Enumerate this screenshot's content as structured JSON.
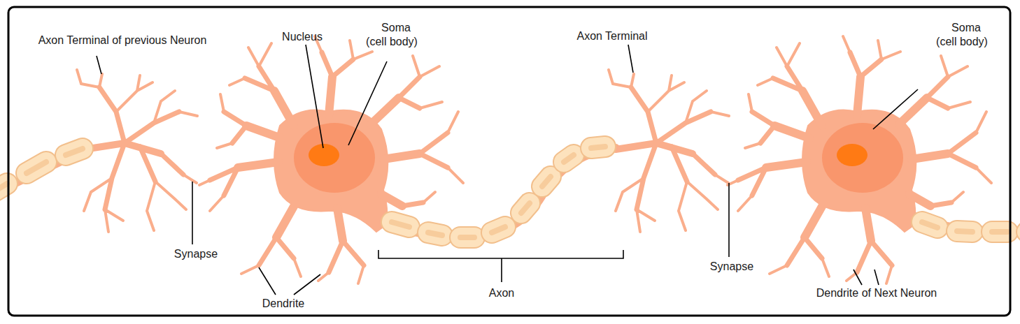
{
  "diagram": {
    "labels": [
      "Axon Terminal of previous Neuron",
      "Nucleus",
      "Soma (cell body)",
      "Axon Terminal",
      "Soma (cell body)",
      "Synapse",
      "Synapse",
      "Dendrite",
      "Axon",
      "Dendrite of Next Neuron"
    ]
  }
}
